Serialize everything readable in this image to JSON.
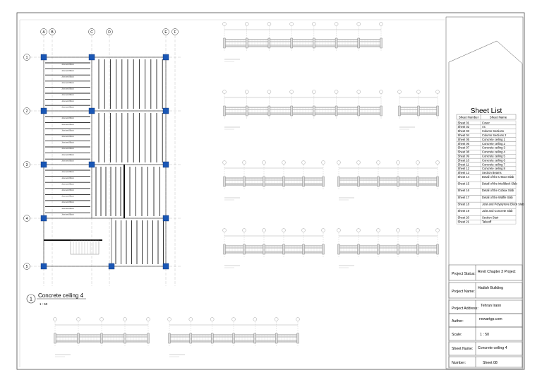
{
  "plan": {
    "grid_cols": [
      "A",
      "B",
      "C",
      "D",
      "E",
      "F"
    ],
    "grid_rows": [
      "1",
      "2",
      "3",
      "4",
      "5"
    ],
    "view_number": "1",
    "view_title": "Concrete ceiling 4",
    "view_scale": "1 : 50",
    "joist_label": "Joist and Block"
  },
  "sheet_list": {
    "title": "Sheet List",
    "col_number": "Sheet Number",
    "col_name": "Sheet Name",
    "rows": [
      [
        "Sheet 01",
        "Cover"
      ],
      [
        "Sheet 02",
        "Ax"
      ],
      [
        "Sheet 03",
        "Column Sections"
      ],
      [
        "Sheet 04",
        "Column Sections 2"
      ],
      [
        "Sheet 05",
        "Concrete ceiling 1"
      ],
      [
        "Sheet 06",
        "Concrete ceiling 2"
      ],
      [
        "Sheet 07",
        "Concrete ceiling 3"
      ],
      [
        "Sheet 08",
        "Concrete ceiling 4"
      ],
      [
        "Sheet 09",
        "Concrete ceiling 5"
      ],
      [
        "Sheet 10",
        "Concrete ceiling 6"
      ],
      [
        "Sheet 11",
        "Concrete ceiling 7"
      ],
      [
        "Sheet 12",
        "Concrete ceiling 8"
      ],
      [
        "Sheet 13",
        "Section Beams"
      ],
      [
        "Sheet 14",
        "Detail of the U-Boot Slab"
      ],
      [
        "Sheet 15",
        "Detail of the Intelldeck Slab"
      ],
      [
        "Sheet 16",
        "Detail of the Cobiax Slab"
      ],
      [
        "Sheet 17",
        "Detail of the Waffle Slab"
      ],
      [
        "Sheet 18",
        "Joist and Polystyrene Block Slab"
      ],
      [
        "Sheet 19",
        "Joist and Concrete Slab"
      ],
      [
        "Sheet 20",
        "Section Stair"
      ],
      [
        "Sheet 21",
        "Takeoff"
      ]
    ]
  },
  "title_block": {
    "project_status_label": "Project Status:",
    "project_status": "Revit Chapter 3 Project",
    "project_name_label": "Project Name:",
    "project_name": "Hadish Building",
    "project_address_label": "Project Address:",
    "project_address": "Tehran Irann",
    "author_label": "Author:",
    "author": "newartgp.com",
    "scale_label": "Scale:",
    "scale": "1 : 50",
    "sheet_name_label": "Sheet Name:",
    "sheet_name": "Concrete ceiling 4",
    "number_label": "Number:",
    "number": "Sheet 08"
  }
}
